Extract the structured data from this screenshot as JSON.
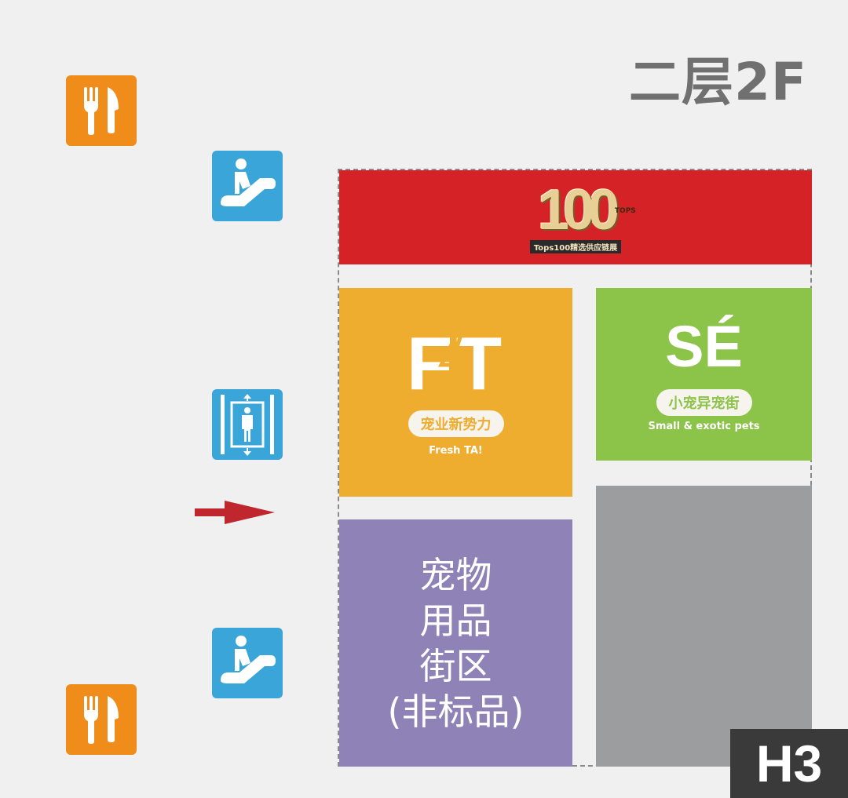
{
  "floor": {
    "title": "二层2F",
    "hall": "H3"
  },
  "icons": {
    "dining": "fork-knife-icon",
    "escalator": "escalator-icon",
    "elevator": "elevator-icon",
    "arrow": "entrance-arrow-icon"
  },
  "zones": {
    "tops100": {
      "logo_number": "100",
      "logo_small": "TOPS",
      "caption": "Tops100精选供应链展",
      "color": "#d42226"
    },
    "fresh_ta": {
      "logo_letters": "FT",
      "pill": "宠业新势力",
      "sub": "Fresh TA!",
      "color": "#efad30"
    },
    "small_exotic": {
      "logo_letters": "SÉ",
      "pill": "小宠异宠街",
      "sub": "Small & exotic pets",
      "color": "#8cc349"
    },
    "pet_supplies": {
      "lines": [
        "宠物",
        "用品",
        "街区",
        "(非标品)"
      ],
      "color": "#8e82b7"
    },
    "unlabeled": {
      "color": "#9c9d9e"
    }
  }
}
